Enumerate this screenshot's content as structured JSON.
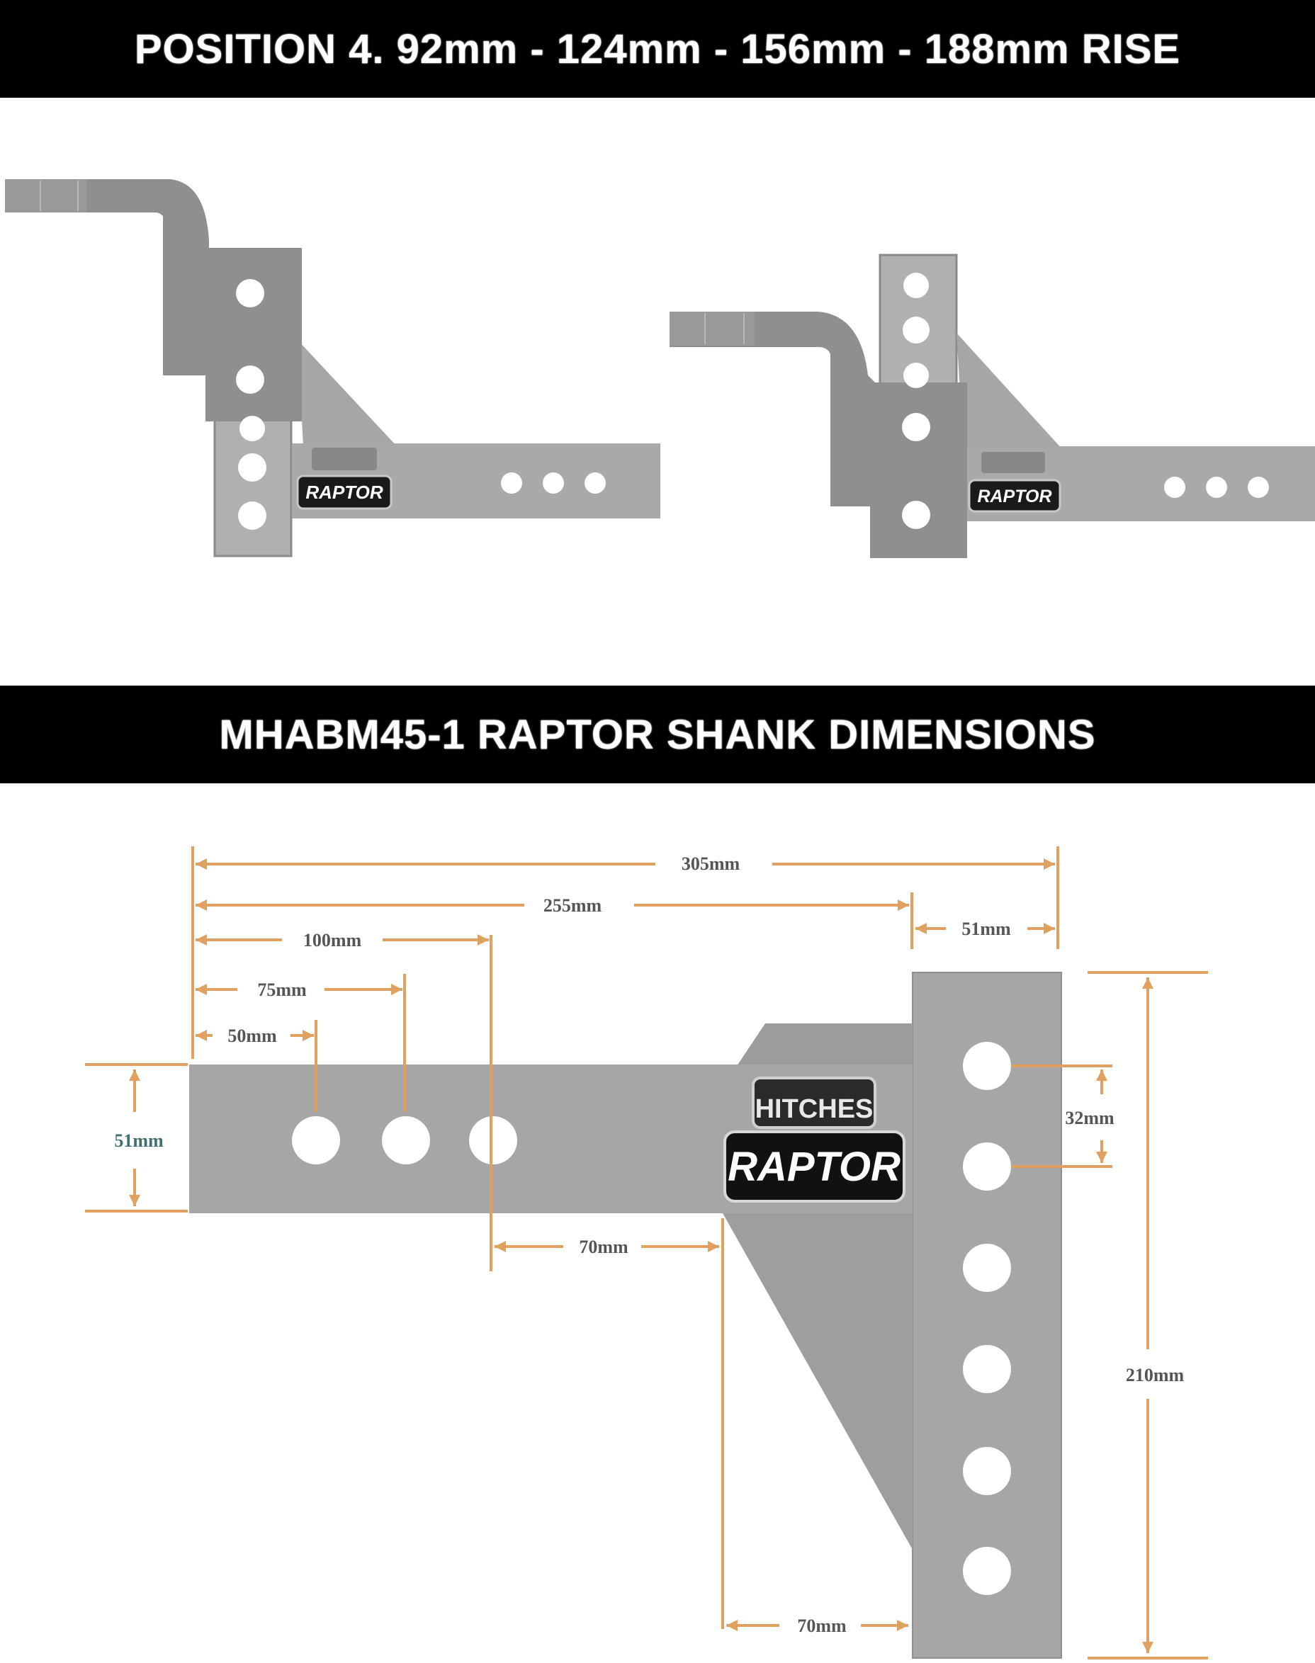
{
  "banners": {
    "top": "POSITION 4.  92mm - 124mm - 156mm - 188mm RISE",
    "middle": "MHABM45-1    RAPTOR SHANK DIMENSIONS"
  },
  "logo": {
    "top_word": "HITCHES",
    "main_word": "RAPTOR"
  },
  "dimensions": {
    "overall_length": "305mm",
    "shank_length": "255mm",
    "upright_width": "51mm",
    "hole_3": "100mm",
    "hole_2": "75mm",
    "hole_1": "50mm",
    "shank_height": "51mm",
    "hole_spacing": "32mm",
    "gusset_horizontal": "70mm",
    "upright_height": "210mm",
    "gusset_vertical": "70mm"
  },
  "colors": {
    "steel": "#a6a6a6",
    "dimension_line": "#e0a060",
    "banner": "#000000"
  }
}
